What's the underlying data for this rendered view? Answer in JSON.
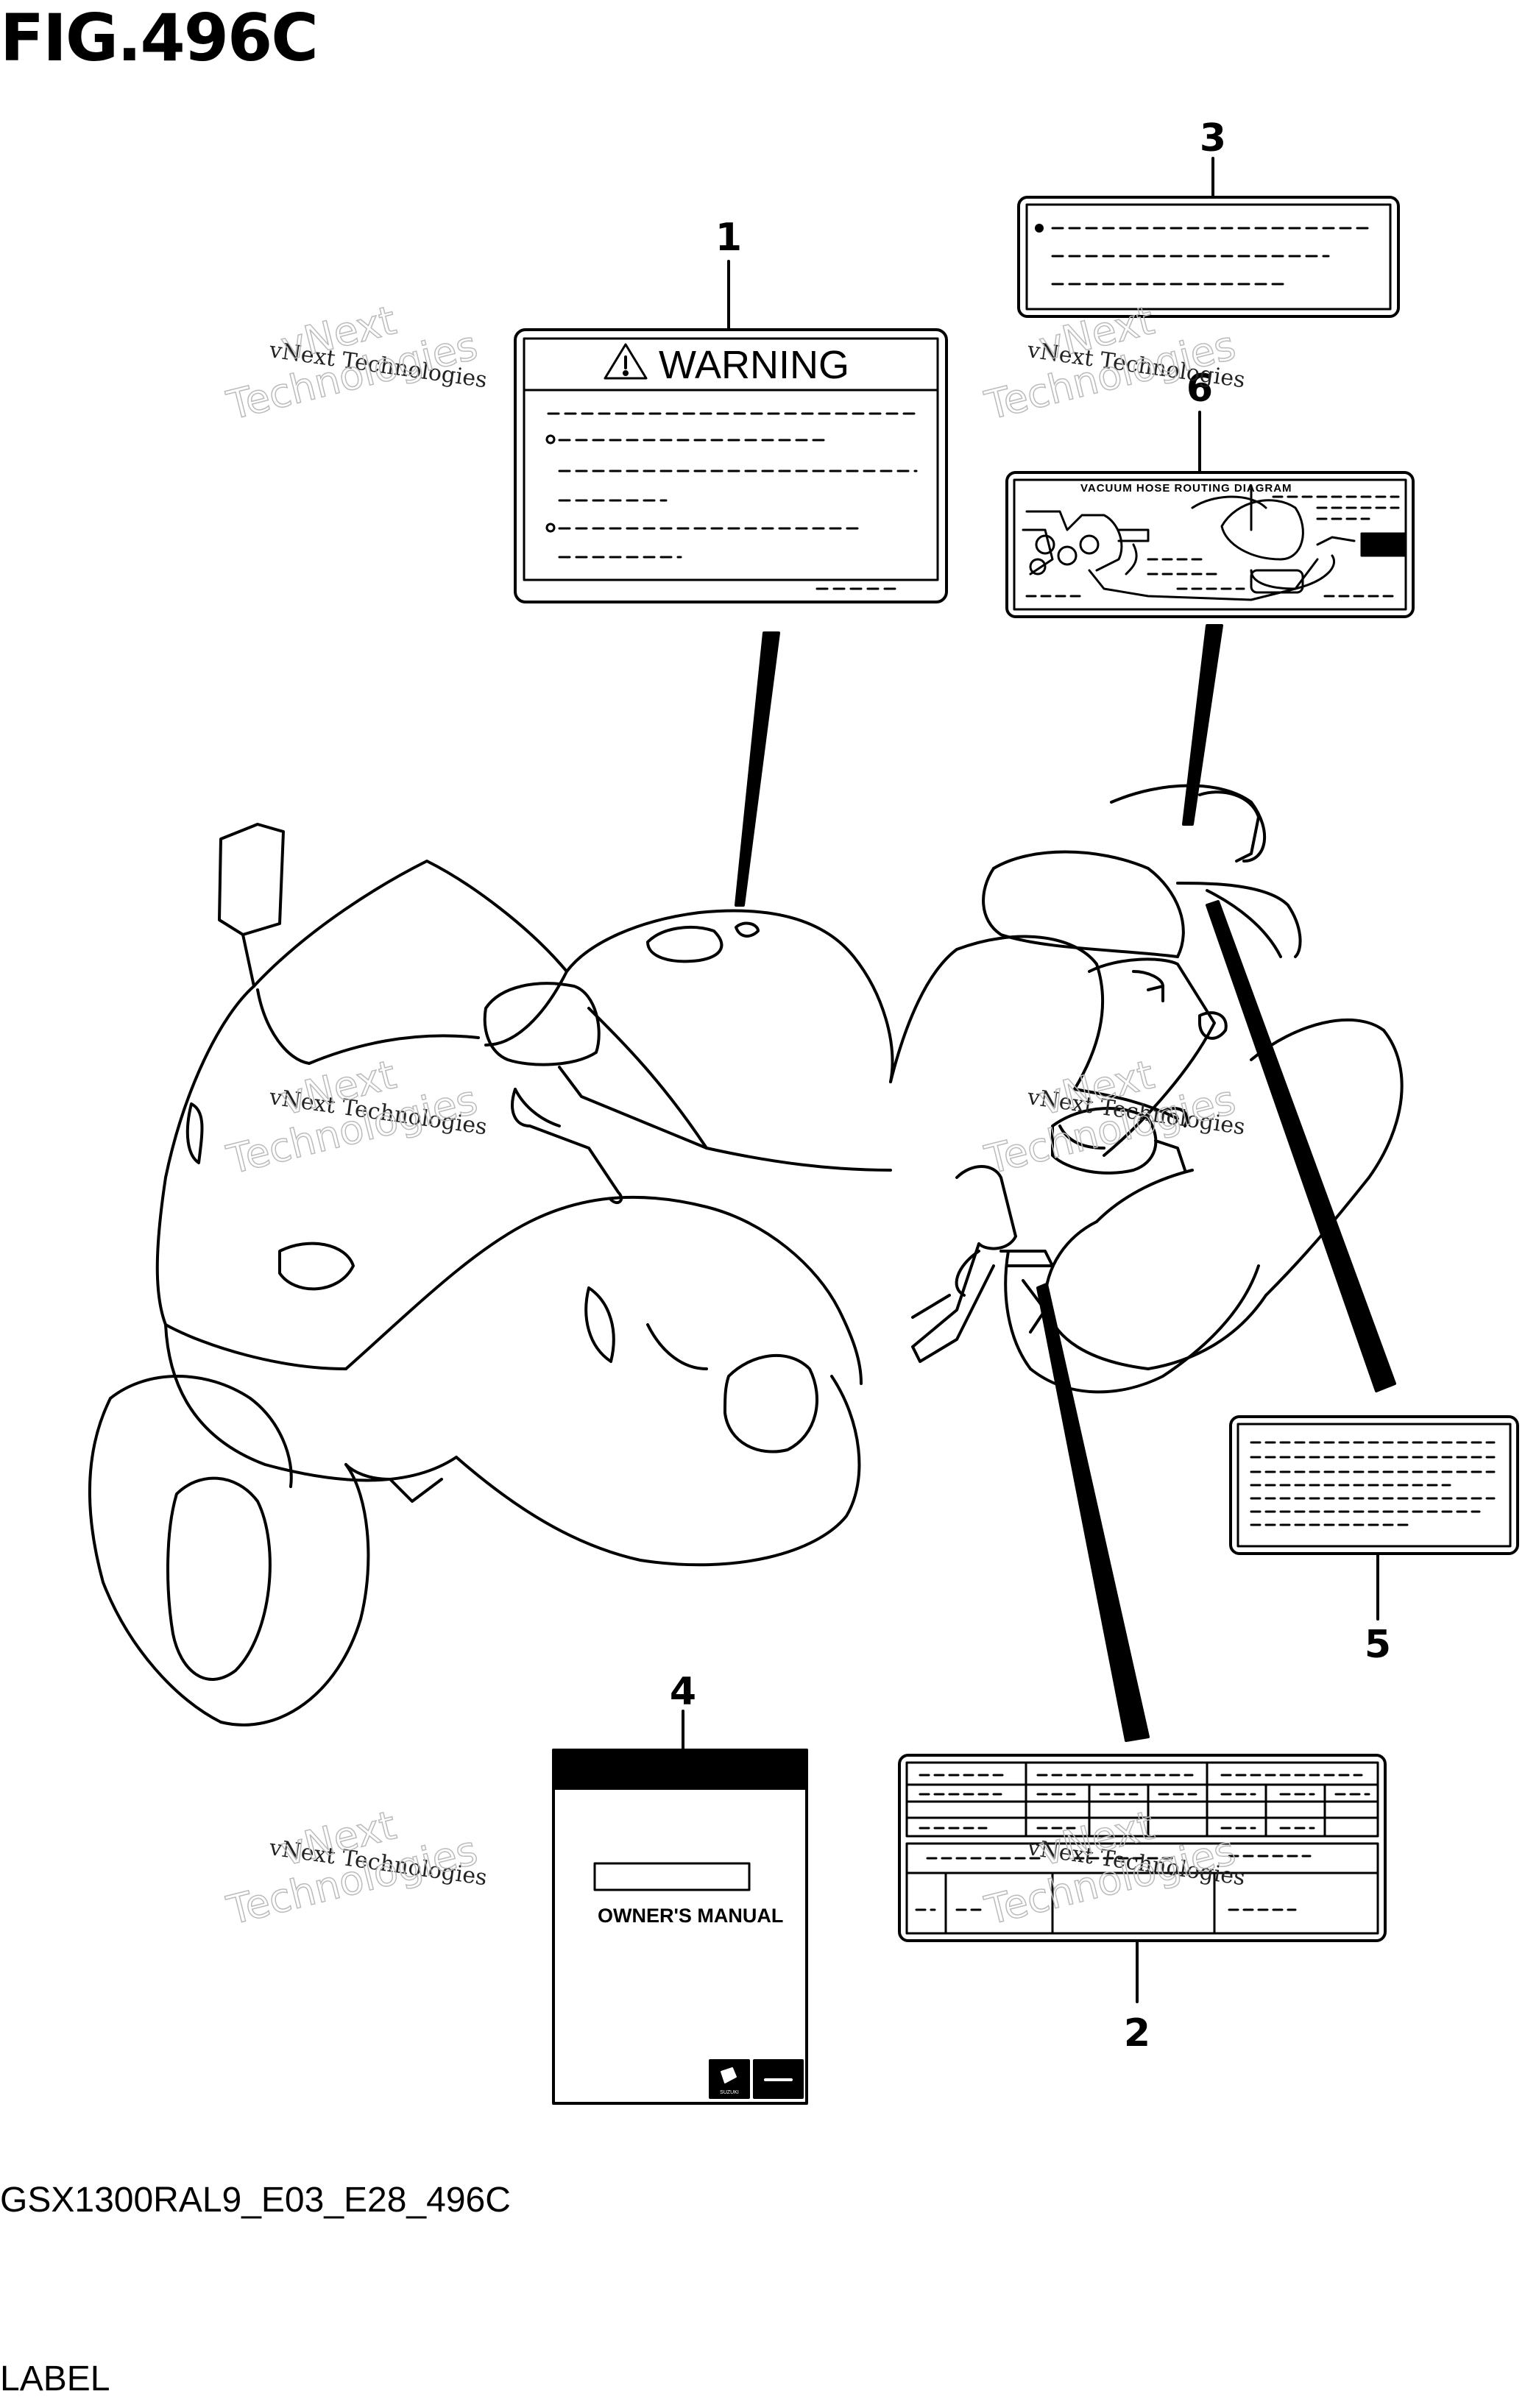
{
  "figure": {
    "title": "FIG.496C",
    "code": "GSX1300RAL9_E03_E28_496C",
    "section": "LABEL"
  },
  "labels": {
    "warning_heading": "WARNING",
    "vacuum_heading": "VACUUM HOSE ROUTING DIAGRAM",
    "manual_title": "OWNER'S MANUAL",
    "brand_mark": "SUZUKI"
  },
  "callouts": [
    "1",
    "2",
    "3",
    "4",
    "5",
    "6"
  ],
  "watermark": {
    "small_text": "vNext Technologies",
    "large_line1": "vNext",
    "large_line2": "Technologies"
  }
}
